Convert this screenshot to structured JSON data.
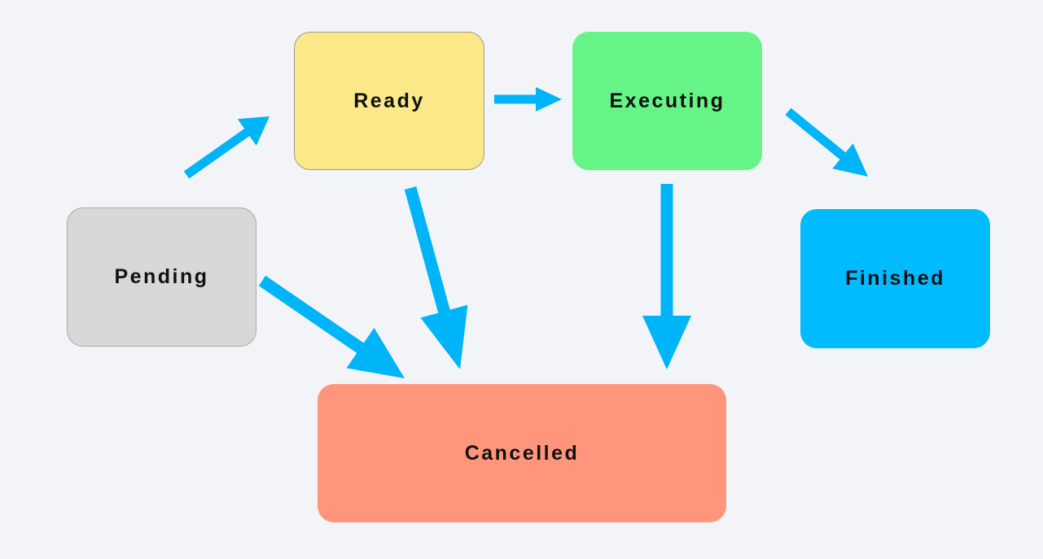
{
  "states": {
    "pending": {
      "label": "Pending",
      "color": "#d8d8d8"
    },
    "ready": {
      "label": "Ready",
      "color": "#fbe989"
    },
    "executing": {
      "label": "Executing",
      "color": "#67f487"
    },
    "finished": {
      "label": "Finished",
      "color": "#00bbff"
    },
    "cancelled": {
      "label": "Cancelled",
      "color": "#ff967c"
    }
  },
  "arrow_color": "#00b4f8",
  "transitions": [
    {
      "from": "pending",
      "to": "ready"
    },
    {
      "from": "ready",
      "to": "executing"
    },
    {
      "from": "executing",
      "to": "finished"
    },
    {
      "from": "pending",
      "to": "cancelled"
    },
    {
      "from": "ready",
      "to": "cancelled"
    },
    {
      "from": "executing",
      "to": "cancelled"
    }
  ]
}
